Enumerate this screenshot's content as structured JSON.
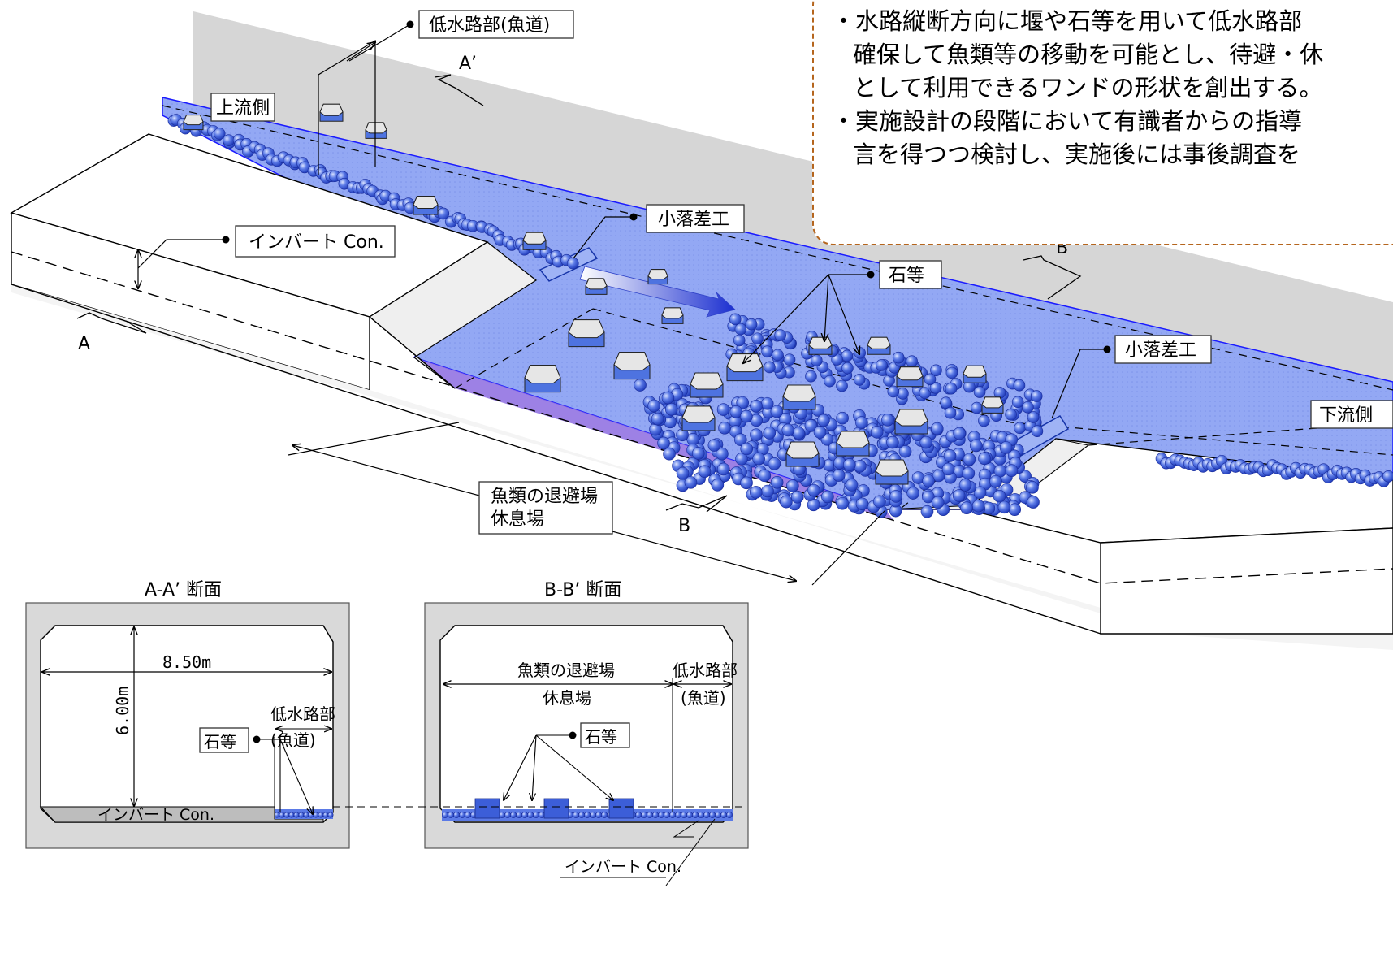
{
  "labels": {
    "low_channel_fishway": "低水路部(魚道)",
    "upstream": "上流側",
    "downstream": "下流側",
    "invert_con": "インバート Con.",
    "small_drop_1": "小落差工",
    "small_drop_2": "小落差工",
    "stones": "石等",
    "refuge_line1": "魚類の退避場",
    "refuge_line2": "休息場",
    "sec_a": "A",
    "sec_a_prime": "A’",
    "sec_b": "B",
    "sec_b_prime": "B’"
  },
  "notes": [
    "・水路縦断方向に堰や石等を用いて低水路部",
    "確保して魚類等の移動を可能とし、待避・休",
    "として利用できるワンドの形状を創出する。",
    "・実施設計の段階において有識者からの指導",
    "言を得つつ検討し、実施後には事後調査を"
  ],
  "section_aa": {
    "title": "A-A’ 断面",
    "width": "8.50m",
    "height": "6.00m",
    "low_channel": "低水路部",
    "fishway": "(魚道)",
    "stones": "石等",
    "invert": "インバート Con."
  },
  "section_bb": {
    "title": "B-B’ 断面",
    "refuge": "魚類の退避場",
    "rest": "休息場",
    "low_channel": "低水路部",
    "fishway": "(魚道)",
    "stones": "石等",
    "invert": "インバート Con."
  },
  "colors": {
    "water": "#8ea4f2",
    "stone": "#4466dd",
    "wall": "#d9d9d9",
    "note_border": "#b5651d"
  }
}
